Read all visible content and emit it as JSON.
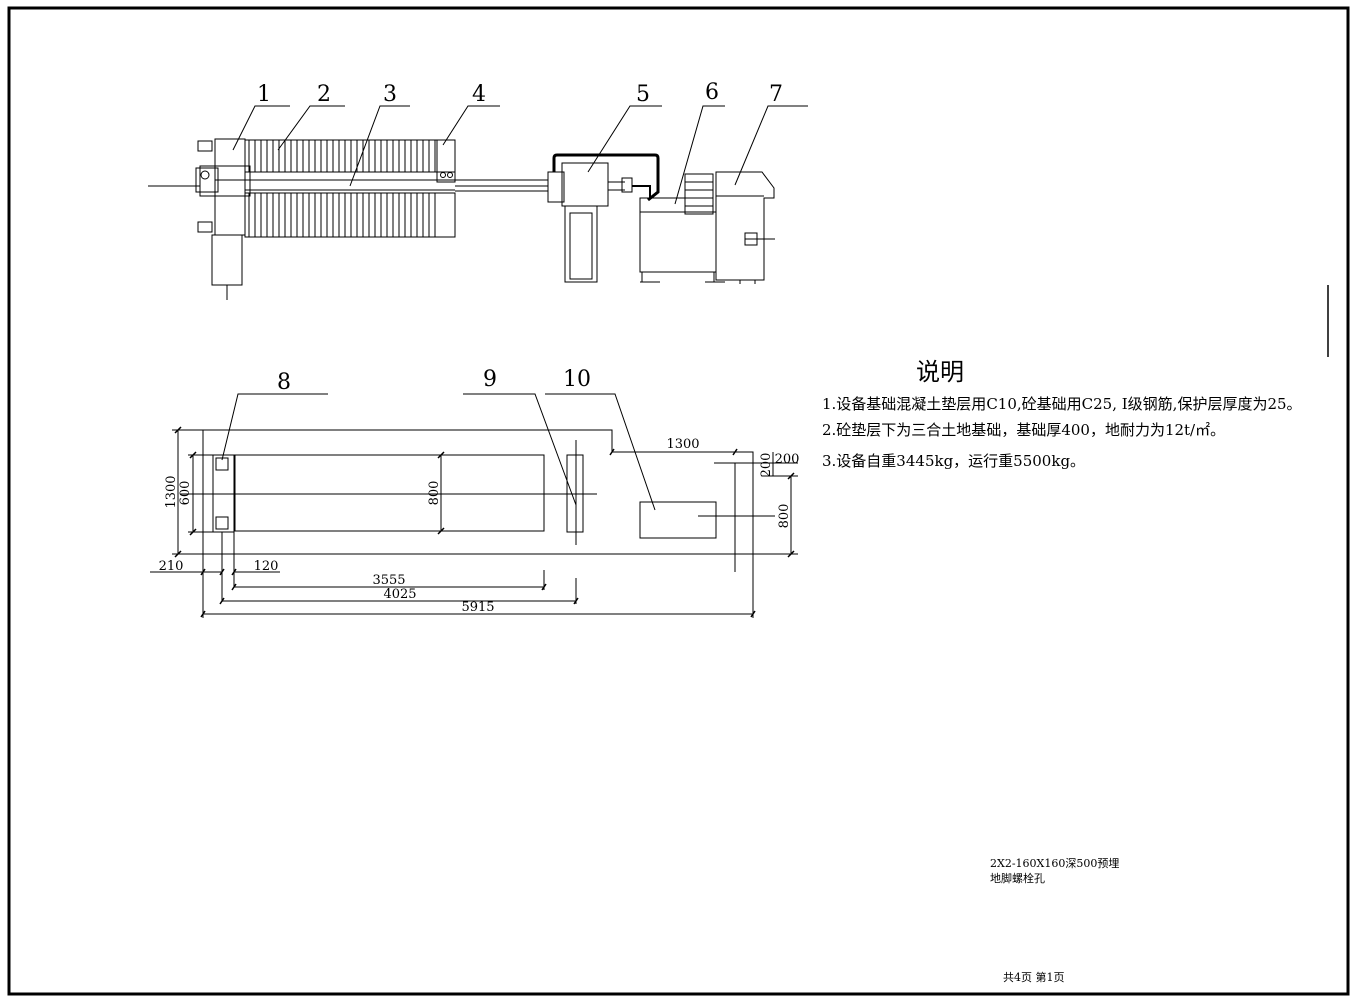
{
  "callouts": [
    "1",
    "2",
    "3",
    "4",
    "5",
    "6",
    "7",
    "8",
    "9",
    "10"
  ],
  "dimensions": {
    "d1300_top": "1300",
    "d200_h": "200",
    "d200_v": "200",
    "d800_right": "800",
    "d800_mid": "800",
    "d1300_left": "1300",
    "d600_left": "600",
    "d210": "210",
    "d120": "120",
    "d3555": "3555",
    "d4025": "4025",
    "d5915": "5915"
  },
  "notes": {
    "title": "说明",
    "items": [
      "1.设备基础混凝土垫层用C10,砼基础用C25, I级钢筋,保护层厚度为25。",
      "2.砼垫层下为三合土地基础，基础厚400，地耐力为12t/㎡。",
      "3.设备自重3445kg，运行重5500kg。"
    ]
  },
  "bolt_note": [
    "2X2-160X160深500预埋",
    "地脚螺栓孔"
  ],
  "page_info": "共4页   第1页"
}
